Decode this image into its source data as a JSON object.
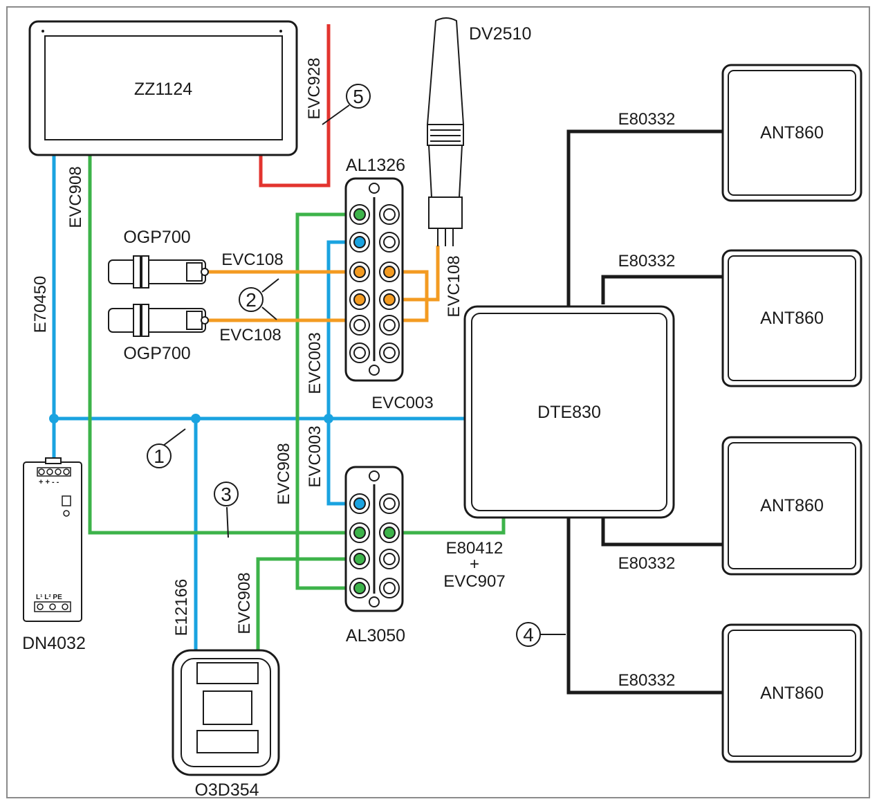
{
  "devices": {
    "display": "ZZ1124",
    "antenna_dv": "DV2510",
    "master_top": "AL1326",
    "master_bottom": "AL3050",
    "sensor_top": "OGP700",
    "sensor_bottom": "OGP700",
    "power_supply": "DN4032",
    "camera": "O3D354",
    "rfid_evaluator": "DTE830",
    "ant1": "ANT860",
    "ant2": "ANT860",
    "ant3": "ANT860",
    "ant4": "ANT860"
  },
  "cables": {
    "evc928": "EVC928",
    "evc908_display": "EVC908",
    "e70450": "E70450",
    "evc108_top": "EVC108",
    "evc108_bottom": "EVC108",
    "evc108_dv": "EVC108",
    "evc003_vertical": "EVC003",
    "evc003_horizontal": "EVC003",
    "evc003_lower": "EVC003",
    "evc908_middle": "EVC908",
    "evc908_camera": "EVC908",
    "e12166": "E12166",
    "e80412": "E80412",
    "plus": "+",
    "evc907": "EVC907",
    "e80332_1": "E80332",
    "e80332_2": "E80332",
    "e80332_3": "E80332",
    "e80332_4": "E80332"
  },
  "callouts": [
    "1",
    "2",
    "3",
    "4",
    "5"
  ],
  "terminals": {
    "dn_top": "+ +  -  -",
    "dn_bottom": "L¹ L² PE"
  },
  "colors": {
    "blue": "#1aa3e0",
    "green": "#3db34a",
    "orange": "#f39b22",
    "red": "#e3342f",
    "black": "#1a1a1a"
  }
}
